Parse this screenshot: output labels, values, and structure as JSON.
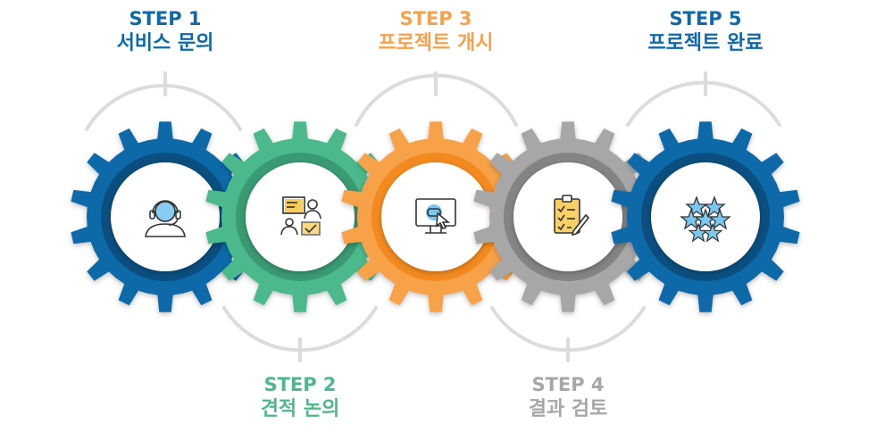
{
  "steps": [
    {
      "step": "STEP 1",
      "name": "서비스 문의",
      "color": "#0e69a8",
      "icon": "headset-agent-icon"
    },
    {
      "step": "STEP 2",
      "name": "견적 논의",
      "color": "#4cb98c",
      "icon": "meeting-presentation-icon"
    },
    {
      "step": "STEP 3",
      "name": "프로젝트 개시",
      "color": "#f7a24a",
      "icon": "monitor-cursor-icon"
    },
    {
      "step": "STEP 4",
      "name": "결과 검토",
      "color": "#a7a7a7",
      "icon": "clipboard-checklist-icon"
    },
    {
      "step": "STEP 5",
      "name": "프로젝트 완료",
      "color": "#0e69a8",
      "icon": "stars-rating-icon"
    }
  ],
  "colors": {
    "blue": "#0e69a8",
    "green": "#4cb98c",
    "orange": "#f7a24a",
    "gray": "#a7a7a7",
    "connector": "#dcdcdc",
    "icon_accent": "#7cc7ef",
    "icon_accent_yellow": "#f7c84a"
  }
}
